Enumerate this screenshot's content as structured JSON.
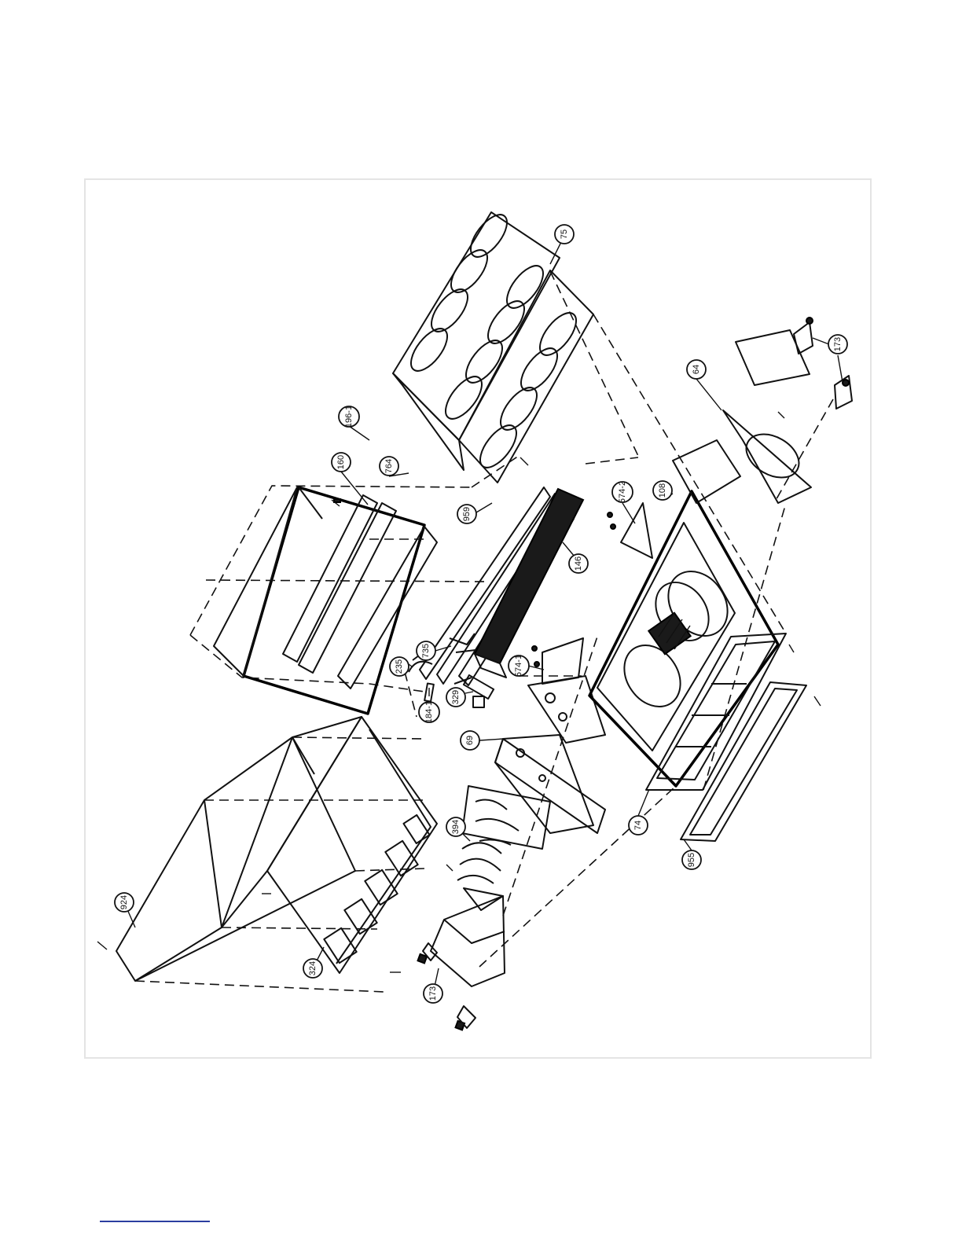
{
  "diagram": {
    "part_labels": {
      "p924": "924",
      "p324": "324",
      "p173a": "173",
      "p394": "394",
      "p69": "69",
      "p184": "184-1",
      "p329": "329",
      "p235": "235",
      "p735": "735",
      "p574_1": "574-1",
      "p146": "146",
      "p959": "959",
      "p574_2": "574-2",
      "p160": "160",
      "p764": "764",
      "p196": "196-1",
      "p108": "108",
      "p64": "64",
      "p75": "75",
      "p173b": "173",
      "p74": "74",
      "p955": "955"
    }
  }
}
